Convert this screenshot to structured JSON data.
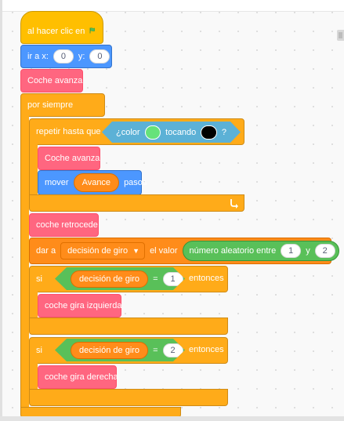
{
  "colors": {
    "events": "#ffbf00",
    "motion": "#4c97ff",
    "custom_blocks": "#ff6680",
    "control": "#ffab19",
    "operators": "#59c059",
    "sensing": "#5cb1d6",
    "variables": "#ff8c1a",
    "color_swatch_1": "#66e27a",
    "color_swatch_2": "#000000"
  },
  "icons": {
    "flag": "green-flag-icon",
    "loop_arrow": "loop-arrow-icon",
    "dropdown": "dropdown-arrow-icon"
  },
  "script": {
    "hat": {
      "label": "al hacer clic en"
    },
    "goto": {
      "label": "ir a x:",
      "x_value": "0",
      "y_label": "y:",
      "y_value": "0"
    },
    "call_avanza": {
      "label": "Coche avanza"
    },
    "forever": {
      "label": "por siempre"
    },
    "repeat_until": {
      "label": "repetir hasta que",
      "condition": {
        "prefix": "¿color",
        "middle": "tocando",
        "suffix": "?"
      }
    },
    "inner_avanza": {
      "label": "Coche avanza"
    },
    "move": {
      "label": "mover",
      "variable": "Avance",
      "suffix": "pasos"
    },
    "call_retrocede": {
      "label": "coche retrocede"
    },
    "set_var": {
      "label": "dar a",
      "variable": "decisión de giro",
      "mid_label": "el valor",
      "random": {
        "label": "número aleatorio entre",
        "from": "1",
        "and_label": "y",
        "to": "2"
      }
    },
    "if_1": {
      "label": "si",
      "variable": "decisión de giro",
      "operator": "=",
      "value": "1",
      "then_label": "entonces"
    },
    "turn_left": {
      "label": "coche gira izquierda"
    },
    "if_2": {
      "label": "si",
      "variable": "decisión de giro",
      "operator": "=",
      "value": "2",
      "then_label": "entonces"
    },
    "turn_right": {
      "label": "coche gira derecha"
    }
  }
}
